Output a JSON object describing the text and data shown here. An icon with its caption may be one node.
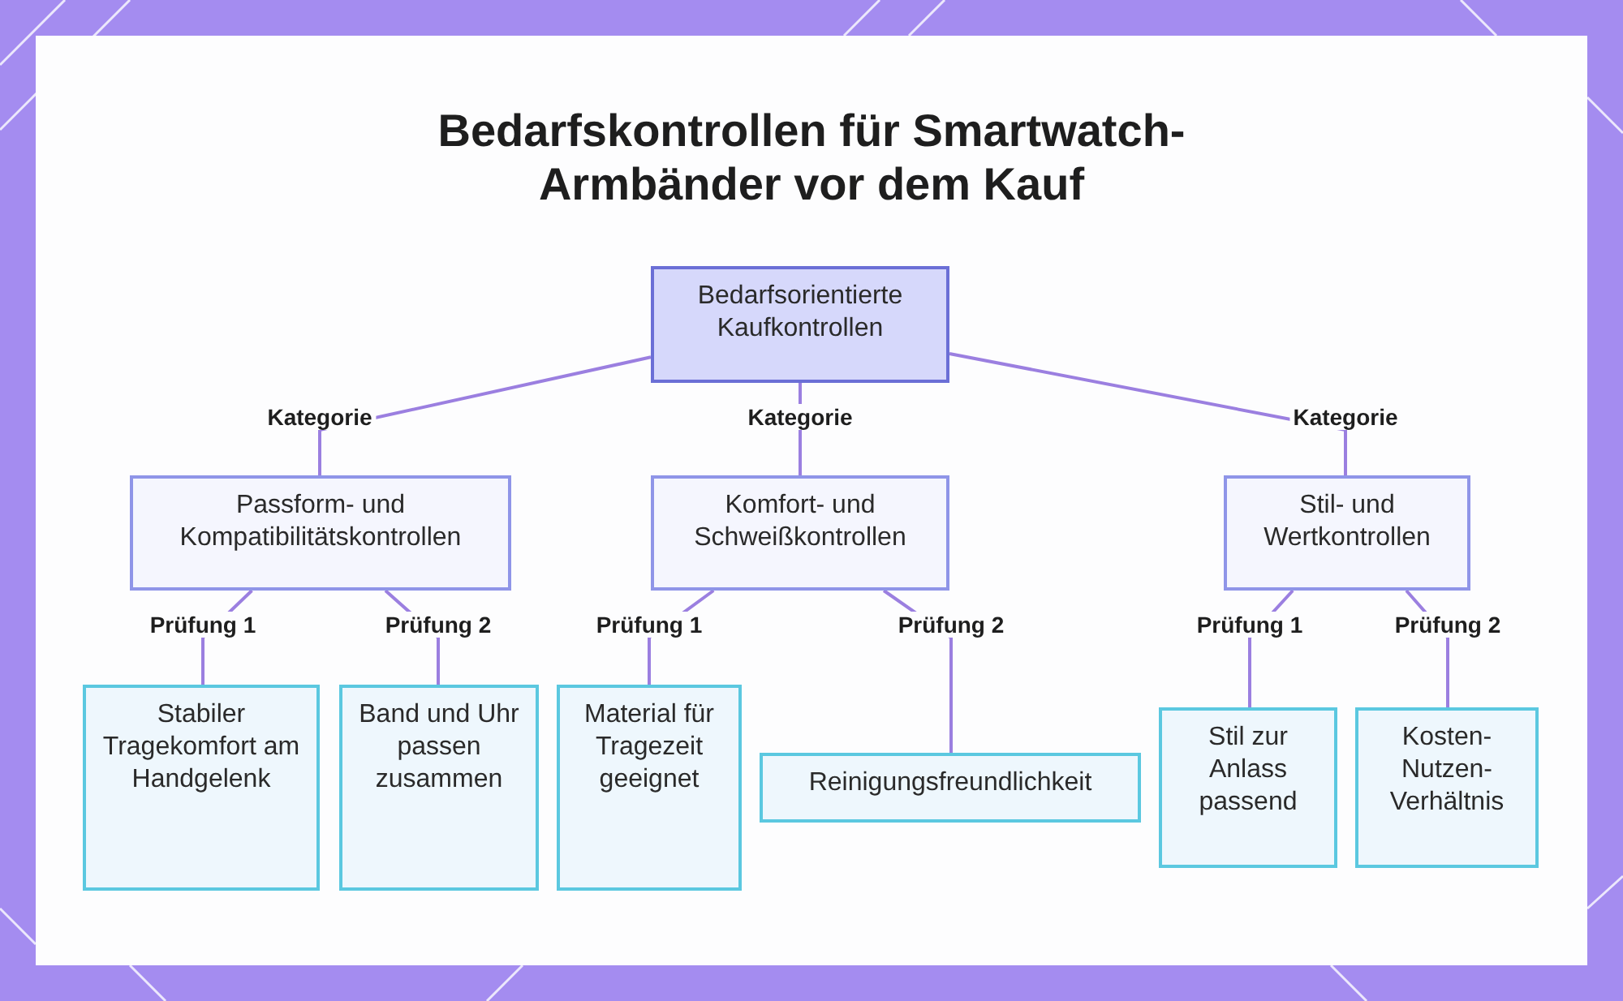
{
  "diagram": {
    "title": "Bedarfskontrollen für Smartwatch-Armbänder vor dem Kauf",
    "nodes": [
      {
        "text": [
          "Bedarfsorientierte Kaufkontrollen"
        ]
      },
      {
        "text": [
          "Passform- und Kompatibilitätskontrollen"
        ]
      },
      {
        "text": [
          "Komfort- und Schweißkontrollen"
        ]
      },
      {
        "text": [
          "Stil- und Wertkontrollen"
        ]
      },
      {
        "text": [
          "Stabiler Tragekomfort am Handgelenk"
        ]
      },
      {
        "text": [
          "Band und Uhr passen zusammen"
        ]
      },
      {
        "text": [
          "Material für Tragezeit geeignet"
        ]
      },
      {
        "text": [
          "Reinigungsfreundlichkeit"
        ]
      },
      {
        "text": [
          "Stil zur Anlass passend"
        ]
      },
      {
        "text": [
          "Kosten-Nutzen-Verhältnis"
        ]
      }
    ],
    "edges": [
      {
        "from": 0,
        "to": 1,
        "arrow": "none",
        "label": "Kategorie"
      },
      {
        "from": 0,
        "to": 2,
        "arrow": "none",
        "label": "Kategorie"
      },
      {
        "from": 0,
        "to": 3,
        "arrow": "none",
        "label": "Kategorie"
      },
      {
        "from": 1,
        "to": 4,
        "arrow": "none",
        "label": "Prüfung 1"
      },
      {
        "from": 1,
        "to": 5,
        "arrow": "none",
        "label": "Prüfung 2"
      },
      {
        "from": 2,
        "to": 6,
        "arrow": "none",
        "label": "Prüfung 1"
      },
      {
        "from": 2,
        "to": 7,
        "arrow": "none",
        "label": "Prüfung 2"
      },
      {
        "from": 3,
        "to": 8,
        "arrow": "none",
        "label": "Prüfung 1"
      },
      {
        "from": 3,
        "to": 9,
        "arrow": "none",
        "label": "Prüfung 2"
      }
    ]
  }
}
